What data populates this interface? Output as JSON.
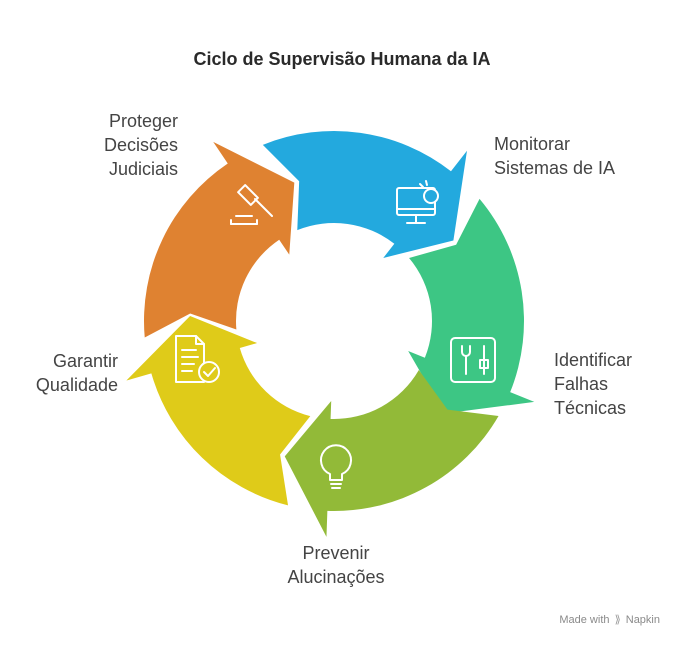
{
  "title": "Ciclo de Supervisão Humana da IA",
  "segments": [
    {
      "id": "proteger",
      "lines": [
        "Proteger",
        "Decisões",
        "Judiciais"
      ],
      "color": "#DF8231",
      "icon": "gavel-icon"
    },
    {
      "id": "monitorar",
      "lines": [
        "Monitorar",
        "Sistemas de IA"
      ],
      "color": "#23A9DE",
      "icon": "monitor-icon"
    },
    {
      "id": "identificar",
      "lines": [
        "Identificar",
        "Falhas",
        "Técnicas"
      ],
      "color": "#3DC684",
      "icon": "tools-icon"
    },
    {
      "id": "prevenir",
      "lines": [
        "Prevenir",
        "Alucinações"
      ],
      "color": "#92BA38",
      "icon": "lightbulb-icon"
    },
    {
      "id": "garantir",
      "lines": [
        "Garantir",
        "Qualidade"
      ],
      "color": "#DFCB19",
      "icon": "checklist-icon"
    }
  ],
  "footer": {
    "prefix": "Made with",
    "brand": "Napkin"
  }
}
